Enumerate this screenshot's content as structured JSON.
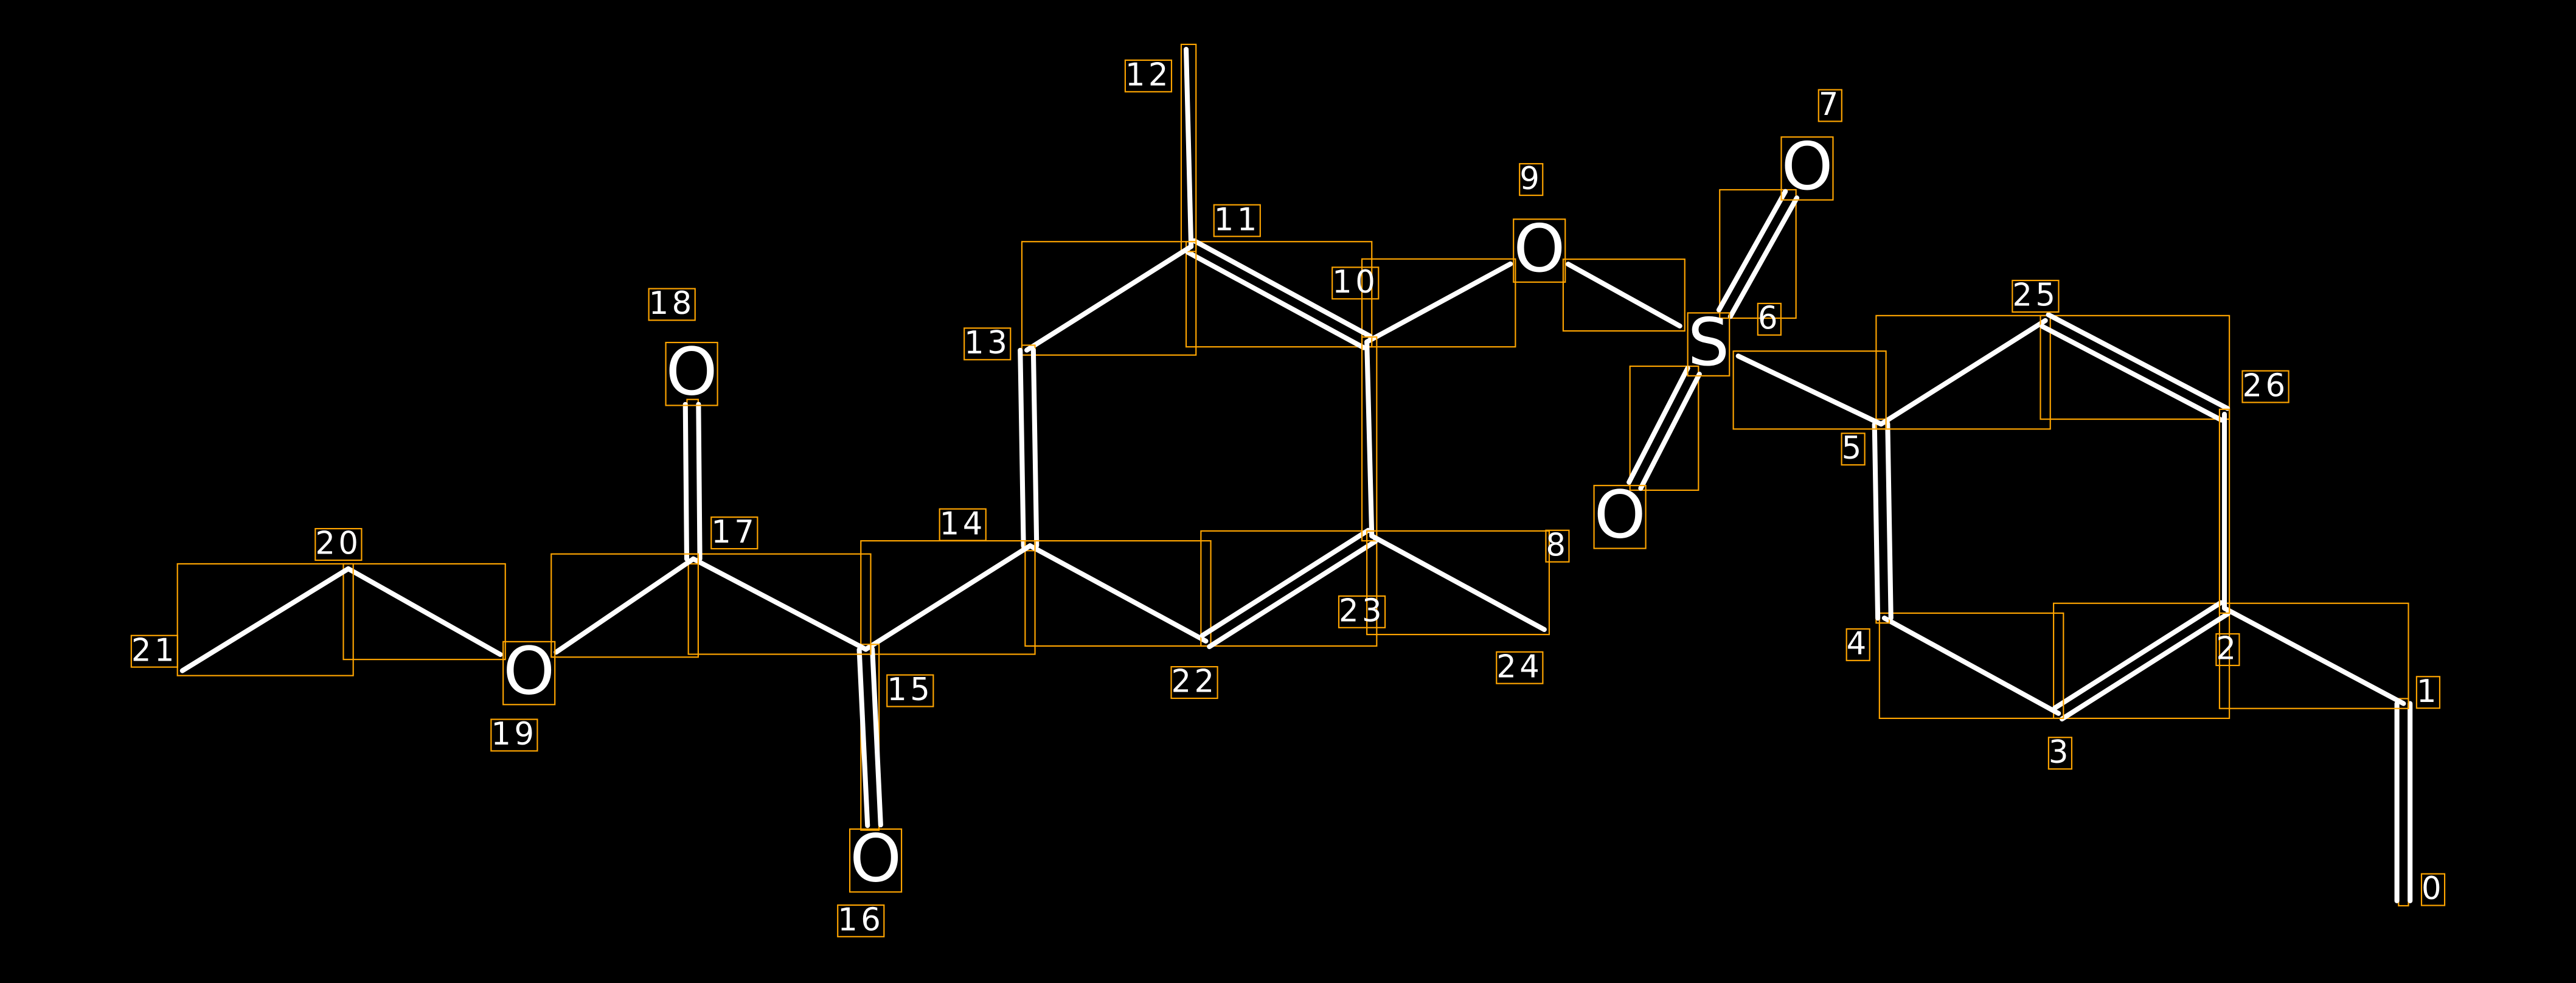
{
  "diagram": {
    "type": "molecule",
    "colors": {
      "background": "#000000",
      "bond": "#FFFFFF",
      "box": "#FFA500"
    },
    "atoms": [
      {
        "id": "0",
        "symbol": ""
      },
      {
        "id": "1",
        "symbol": ""
      },
      {
        "id": "2",
        "symbol": ""
      },
      {
        "id": "3",
        "symbol": ""
      },
      {
        "id": "4",
        "symbol": ""
      },
      {
        "id": "5",
        "symbol": ""
      },
      {
        "id": "6",
        "symbol": "S"
      },
      {
        "id": "7",
        "symbol": "O"
      },
      {
        "id": "8",
        "symbol": "O"
      },
      {
        "id": "9",
        "symbol": "O"
      },
      {
        "id": "10",
        "symbol": ""
      },
      {
        "id": "11",
        "symbol": ""
      },
      {
        "id": "12",
        "symbol": ""
      },
      {
        "id": "13",
        "symbol": ""
      },
      {
        "id": "14",
        "symbol": ""
      },
      {
        "id": "15",
        "symbol": ""
      },
      {
        "id": "16",
        "symbol": "O"
      },
      {
        "id": "17",
        "symbol": ""
      },
      {
        "id": "18",
        "symbol": "O"
      },
      {
        "id": "19",
        "symbol": "O"
      },
      {
        "id": "20",
        "symbol": ""
      },
      {
        "id": "21",
        "symbol": ""
      },
      {
        "id": "22",
        "symbol": ""
      },
      {
        "id": "23",
        "symbol": ""
      },
      {
        "id": "24",
        "symbol": ""
      },
      {
        "id": "25",
        "symbol": ""
      },
      {
        "id": "26",
        "symbol": ""
      }
    ],
    "bonds": [
      {
        "a": 0,
        "b": 1,
        "order": 2
      },
      {
        "a": 1,
        "b": 2,
        "order": 1
      },
      {
        "a": 2,
        "b": 3,
        "order": 2
      },
      {
        "a": 3,
        "b": 4,
        "order": 1
      },
      {
        "a": 4,
        "b": 5,
        "order": 2
      },
      {
        "a": 5,
        "b": 25,
        "order": 1
      },
      {
        "a": 25,
        "b": 26,
        "order": 2
      },
      {
        "a": 26,
        "b": 2,
        "order": 1
      },
      {
        "a": 5,
        "b": 6,
        "order": 1
      },
      {
        "a": 6,
        "b": 7,
        "order": 2
      },
      {
        "a": 6,
        "b": 8,
        "order": 2
      },
      {
        "a": 6,
        "b": 9,
        "order": 1
      },
      {
        "a": 9,
        "b": 10,
        "order": 1
      },
      {
        "a": 10,
        "b": 11,
        "order": 2
      },
      {
        "a": 11,
        "b": 12,
        "order": 1
      },
      {
        "a": 11,
        "b": 13,
        "order": 1
      },
      {
        "a": 13,
        "b": 14,
        "order": 2
      },
      {
        "a": 14,
        "b": 22,
        "order": 1
      },
      {
        "a": 22,
        "b": 23,
        "order": 2
      },
      {
        "a": 23,
        "b": 10,
        "order": 1
      },
      {
        "a": 23,
        "b": 24,
        "order": 1
      },
      {
        "a": 14,
        "b": 15,
        "order": 1
      },
      {
        "a": 15,
        "b": 16,
        "order": 2
      },
      {
        "a": 15,
        "b": 17,
        "order": 1
      },
      {
        "a": 17,
        "b": 18,
        "order": 2
      },
      {
        "a": 17,
        "b": 19,
        "order": 1
      },
      {
        "a": 19,
        "b": 20,
        "order": 1
      },
      {
        "a": 20,
        "b": 21,
        "order": 1
      }
    ]
  }
}
